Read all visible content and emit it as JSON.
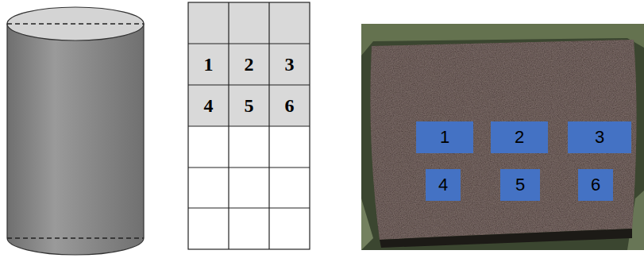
{
  "diagram": {
    "nodes": [
      {
        "text": [
          "1"
        ]
      },
      {
        "text": [
          "2"
        ]
      },
      {
        "text": [
          "3"
        ]
      },
      {
        "text": [
          "4"
        ]
      },
      {
        "text": [
          "5"
        ]
      },
      {
        "text": [
          "6"
        ]
      }
    ],
    "labels": [
      "1",
      "2",
      "3",
      "4",
      "5",
      "6"
    ]
  }
}
